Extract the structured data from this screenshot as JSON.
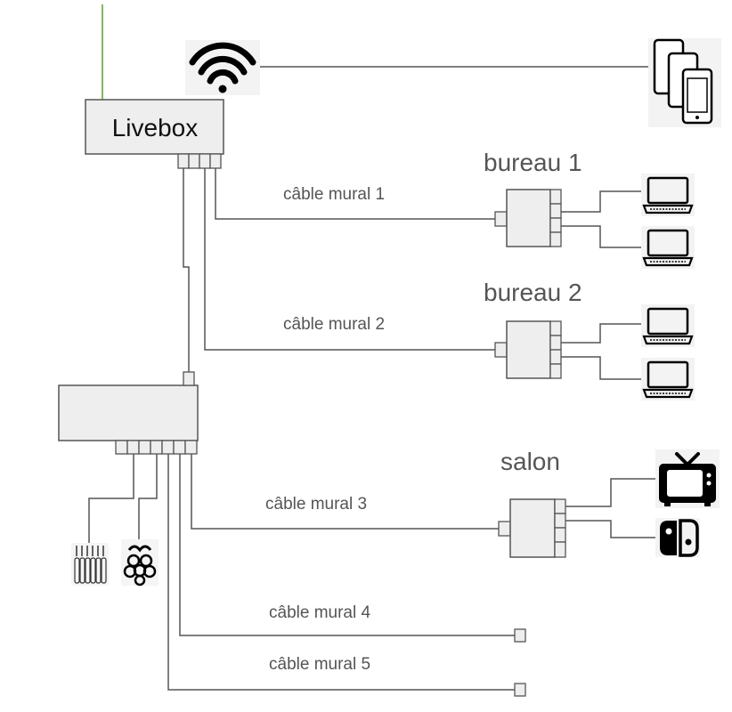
{
  "livebox": {
    "label": "Livebox"
  },
  "rooms": {
    "bureau1": "bureau 1",
    "bureau2": "bureau 2",
    "salon": "salon"
  },
  "cables": {
    "c1": "câble mural 1",
    "c2": "câble mural 2",
    "c3": "câble mural 3",
    "c4": "câble mural 4",
    "c5": "câble mural 5"
  },
  "icons": {
    "wifi": "wifi-icon",
    "phones": "smartphone-icon",
    "laptop": "laptop-icon",
    "tv": "tv-icon",
    "console": "game-console-icon",
    "heater": "radiator-icon",
    "raspberry": "raspberry-pi-icon"
  },
  "colors": {
    "line": "#555555",
    "box_fill": "#eeeeee",
    "uplink": "#5aa02c",
    "label": "#555555"
  }
}
